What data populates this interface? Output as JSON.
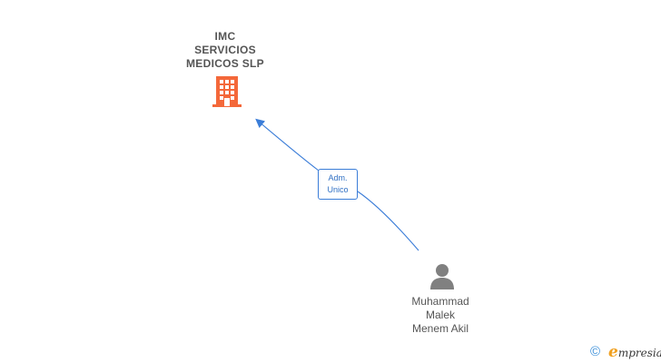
{
  "company": {
    "name_lines": [
      "IMC",
      "SERVICIOS",
      "MEDICOS  SLP"
    ],
    "icon": "building-icon",
    "icon_color": "#f4683a"
  },
  "relation": {
    "role_lines": [
      "Adm.",
      "Unico"
    ],
    "edge_color": "#3b7dd8"
  },
  "person": {
    "name_lines": [
      "Muhammad",
      "Malek",
      "Menem Akil"
    ],
    "icon": "person-icon",
    "icon_color": "#808080"
  },
  "watermark": {
    "copyright_symbol": "©",
    "brand_initial": "e",
    "brand_rest": "mpresia"
  }
}
